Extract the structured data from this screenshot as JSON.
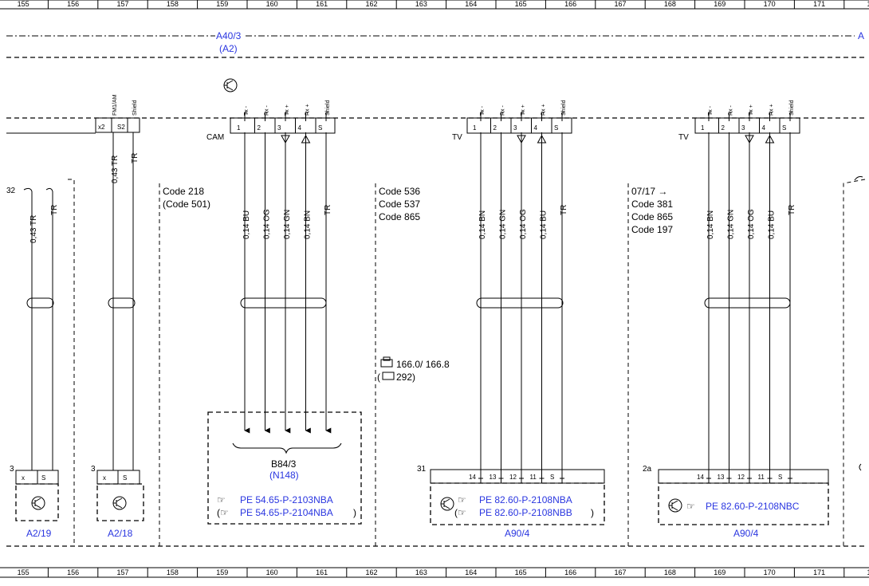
{
  "ruler": {
    "columns": [
      "155",
      "156",
      "157",
      "158",
      "159",
      "160",
      "161",
      "162",
      "163",
      "164",
      "165",
      "166",
      "167",
      "168",
      "169",
      "170",
      "171",
      "1"
    ]
  },
  "top_connector": {
    "label": "A40/3",
    "sublabel": "(A2)",
    "right_mark": "A"
  },
  "conn1": {
    "pin_labels": [
      "FM1/AM",
      "Shield"
    ],
    "pins": [
      "x2",
      "S2"
    ],
    "wires": [
      "0,43 TR",
      "TR"
    ]
  },
  "cam": {
    "name": "CAM",
    "pin_labels": [
      "Tx -",
      "Rx -",
      "Tx +",
      "Rx +",
      "Shield"
    ],
    "pins": [
      "1",
      "2",
      "3",
      "4",
      "S"
    ],
    "codes": [
      "Code 218",
      "(Code 501)"
    ],
    "wires": [
      "0,14 BU",
      "0,14 OG",
      "0,14 GN",
      "0,14 BN",
      "TR"
    ],
    "component": "B84/3",
    "component_alt": "(N148)",
    "refs": [
      "PE 54.65-P-2103NBA",
      "PE 54.65-P-2104NBA"
    ]
  },
  "tv1": {
    "name": "TV",
    "pin_labels": [
      "Tx -",
      "Rx -",
      "Tx +",
      "Rx +",
      "Shield"
    ],
    "pins": [
      "1",
      "2",
      "3",
      "4",
      "S"
    ],
    "codes": [
      "Code 536",
      "Code 537",
      "Code 865"
    ],
    "wires": [
      "0,14 BN",
      "0,14 GN",
      "0,14 OG",
      "0,14 BU",
      "TR"
    ],
    "vehicle_note": "166.0/ 166.8",
    "vehicle_note2": "292)",
    "conn_number": "31",
    "conn_pins": [
      "14",
      "13",
      "12",
      "11",
      "S"
    ],
    "component": "A90/4",
    "refs": [
      "PE 82.60-P-2108NBA",
      "PE 82.60-P-2108NBB"
    ]
  },
  "tv2": {
    "name": "TV",
    "pin_labels": [
      "Tx -",
      "Rx -",
      "Tx +",
      "Rx +",
      "Shield"
    ],
    "pins": [
      "1",
      "2",
      "3",
      "4",
      "S"
    ],
    "codes": [
      "07/17 →",
      "Code 381",
      "Code 865",
      "Code 197"
    ],
    "wires": [
      "0,14 BN",
      "0,14 GN",
      "0,14 OG",
      "0,14 BU",
      "TR"
    ],
    "conn_number": "2a",
    "conn_pins": [
      "14",
      "13",
      "12",
      "11",
      "S"
    ],
    "component": "A90/4",
    "refs": [
      "PE 82.60-P-2108NBC"
    ]
  },
  "left_a": {
    "top_label": "32",
    "wires": [
      "0,43 TR",
      "TR"
    ],
    "conn_number": "3",
    "conn_pins": [
      "x",
      "S"
    ],
    "component": "A2/19"
  },
  "left_b": {
    "conn_number": "3",
    "conn_pins": [
      "x",
      "S"
    ],
    "component": "A2/18"
  }
}
